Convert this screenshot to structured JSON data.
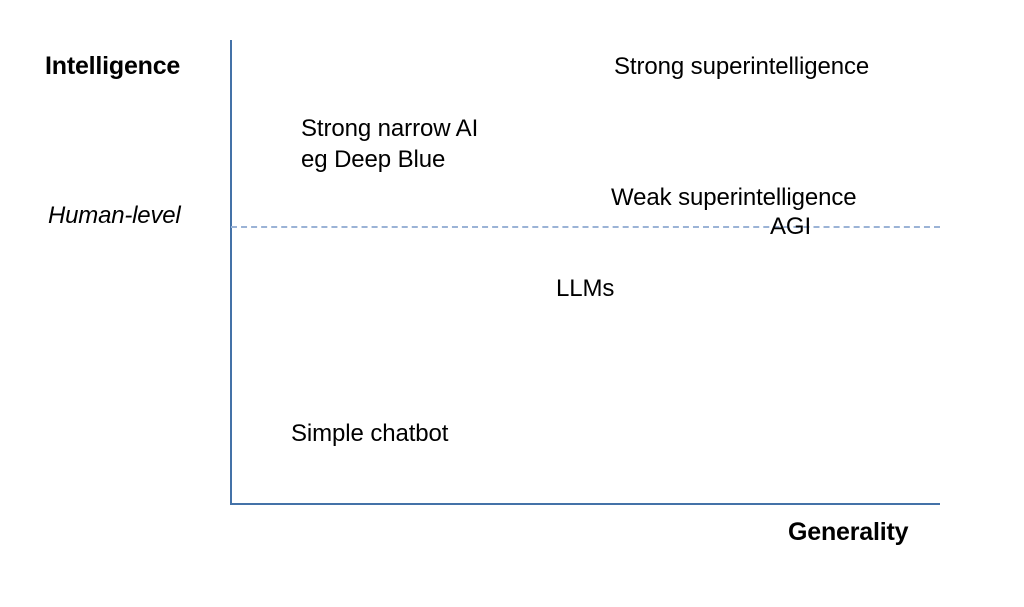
{
  "chart_data": {
    "type": "scatter",
    "title": "",
    "xlabel": "Generality",
    "ylabel": "Intelligence",
    "grid": false,
    "legend": null,
    "axis_lines_color": "#4472a8",
    "threshold_line_color": "#9bb3d6",
    "threshold": {
      "label": "Human-level",
      "style": "dashed",
      "y_fraction": 0.595
    },
    "annotations": [
      {
        "id": "strong-superintelligence",
        "lines": [
          "Strong superintelligence"
        ],
        "generality": "high",
        "intelligence": "very high"
      },
      {
        "id": "strong-narrow-ai",
        "lines": [
          "Strong narrow AI",
          "eg Deep Blue"
        ],
        "generality": "low",
        "intelligence": "high"
      },
      {
        "id": "weak-superintelligence",
        "lines": [
          "Weak superintelligence"
        ],
        "generality": "high",
        "intelligence": "just above human-level"
      },
      {
        "id": "agi",
        "lines": [
          "AGI"
        ],
        "generality": "high",
        "intelligence": "human-level"
      },
      {
        "id": "llms",
        "lines": [
          "LLMs"
        ],
        "generality": "medium-high",
        "intelligence": "below human-level"
      },
      {
        "id": "simple-chatbot",
        "lines": [
          "Simple chatbot"
        ],
        "generality": "low",
        "intelligence": "low"
      }
    ]
  },
  "axes": {
    "y_title": "Intelligence",
    "x_title": "Generality"
  },
  "threshold": {
    "label": "Human-level"
  },
  "entities": {
    "strong_superintelligence": "Strong superintelligence",
    "strong_narrow_ai_line1": "Strong narrow AI",
    "strong_narrow_ai_line2": "eg Deep Blue",
    "weak_superintelligence": "Weak superintelligence",
    "agi": "AGI",
    "llms": "LLMs",
    "simple_chatbot": "Simple chatbot"
  },
  "colors": {
    "axis": "#4472a8",
    "threshold_line": "#9bb3d6",
    "text": "#000000",
    "background": "#ffffff"
  }
}
